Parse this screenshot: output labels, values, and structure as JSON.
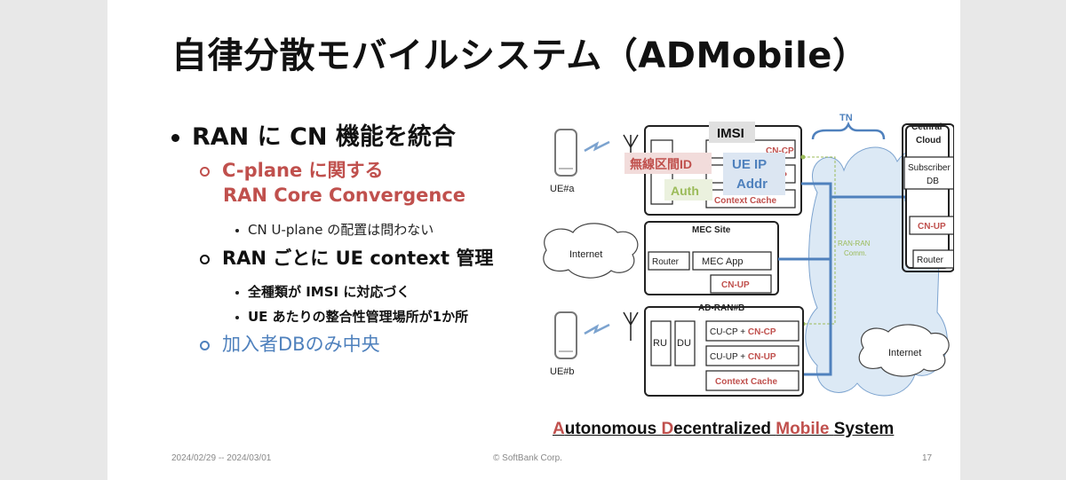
{
  "title": "自律分散モバイルシステム（ADMobile）",
  "bullets": {
    "b1": "RAN に CN 機能を統合",
    "b1_1_line1": "C-plane に関する",
    "b1_1_line2": "RAN Core Convergence",
    "b1_1_1": "CN U-plane の配置は問わない",
    "b2": "RAN ごとに UE context 管理",
    "b2_1": "全種類が IMSI に対応づく",
    "b2_2": "UE あたりの整合性管理場所が1か所",
    "b3": "加入者DBのみ中央"
  },
  "diagram": {
    "ue_a": "UE#a",
    "ue_b": "UE#b",
    "internet_left": "Internet",
    "internet_right": "Internet",
    "tn": "TN",
    "central_cloud_l1": "Cetnral",
    "central_cloud_l2": "Cloud",
    "subscriber_db_l1": "Subscriber",
    "subscriber_db_l2": "DB",
    "cn_up": "CN-UP",
    "router": "Router",
    "ran_a_title": "A",
    "cn_cp_a": "CN-CP",
    "cn_up_a": "UP",
    "context_cache_a": "Context Cache",
    "imsi_tag": "IMSI",
    "radio_id_tag": "無線区間ID",
    "ue_ip_tag_l1": "UE IP",
    "ue_ip_tag_l2": "Addr",
    "auth_tag": "Auth",
    "mec_title": "MEC Site",
    "mec_router": "Router",
    "mec_app": "MEC App",
    "mec_cn_up": "CN-UP",
    "ran_ran_l1": "RAN-RAN",
    "ran_ran_l2": "Comm.",
    "ad_ran_b": "AD-RAN#B",
    "ru": "RU",
    "du": "DU",
    "cu_cp_prefix": "CU-CP + ",
    "cn_cp_b": "CN-CP",
    "cu_up_prefix": "CU-UP + ",
    "cn_up_b": "CN-UP",
    "context_cache_b": "Context Cache"
  },
  "caption": {
    "a": "A",
    "utonomous": "utonomous ",
    "d": "D",
    "ecentralized": "ecentralized ",
    "mobile": "Mobile",
    "space": " ",
    "system": "System"
  },
  "footer": {
    "date": "2024/02/29 -- 2024/03/01",
    "copyright": "© SoftBank Corp.",
    "page": "17"
  },
  "colors": {
    "red": "#c0504d",
    "blue": "#4f81bd",
    "green": "#9bbb59"
  }
}
